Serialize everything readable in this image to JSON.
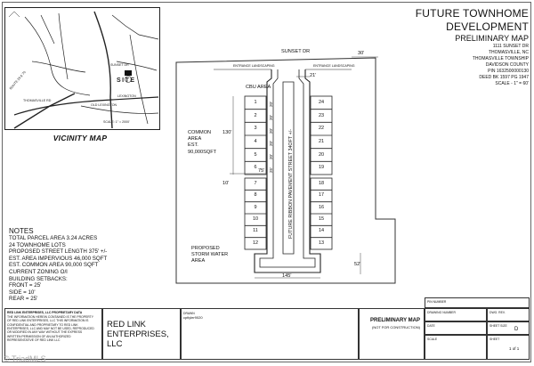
{
  "title": {
    "line1": "FUTURE TOWNHOME",
    "line2": "DEVELOPMENT",
    "line3": "PRELIMINARY MAP",
    "address1": "1111 SUNSET DR",
    "address2": "THOMASVILLE, NC",
    "township": "THOMASVILLE TOWNSHIP",
    "county": "DAVIDSON COUNTY",
    "pin": "PIN 1632500000130",
    "deed": "DEED BK 1597 PG 1947",
    "scale": "SCALE - 1\" = 60'"
  },
  "vicinity": {
    "title": "VICINITY MAP",
    "site": "SITE",
    "sunset_dr": "SUNSET DR",
    "thomasville_rd": "THOMASVILLE RD",
    "old_lexington": "OLD LEXINGTON",
    "lexington": "LEXINGTON",
    "route": "ROUTE 29 & 70",
    "scale": "SCALE: 1\" = 2000'"
  },
  "notes": {
    "heading": "NOTES",
    "lines": [
      "TOTAL PARCEL AREA 3.24 ACRES",
      "24 TOWNHOME LOTS",
      "PROPOSED STREET LENGTH 375' +/-",
      "EST. AREA IMPERVIOUS 46,000 SQFT",
      "EST. COMMON AREA 90,000 SQFT",
      "CURRENT ZONING O/I",
      "BUILDING SETBACKS:",
      "FRONT = 25'",
      "SIDE = 10'",
      "REAR = 25'"
    ]
  },
  "site": {
    "sunset_dr": "SUNSET DR",
    "entrance_left": "ENTRANCE LANDSCAPING",
    "entrance_right": "ENTRANCE LANDSCAPING",
    "dim_30": "30'",
    "dim_21": "21'",
    "cbu": "CBU AREA",
    "common_area": [
      "COMMON",
      "AREA",
      "EST.",
      "90,000SQFT"
    ],
    "dim_130": "130'",
    "dim_75": "75'",
    "dim_10": "10'",
    "storm": [
      "PROPOSED",
      "STORM WATER",
      "AREA"
    ],
    "street": "FUTURE RIBBON PAVEMENT STREET 34OFT +/-",
    "dim_145": "145'",
    "dim_52": "52'",
    "lot_widths": [
      "20'",
      "20'",
      "20'",
      "20'",
      "20'",
      "25'"
    ],
    "left_lots_top": [
      "1",
      "2",
      "3",
      "4",
      "5",
      "6"
    ],
    "left_lots_bottom": [
      "7",
      "8",
      "9",
      "10",
      "11",
      "12"
    ],
    "right_lots_top": [
      "24",
      "23",
      "22",
      "21",
      "20",
      "19"
    ],
    "right_lots_bottom": [
      "18",
      "17",
      "16",
      "15",
      "14",
      "13"
    ]
  },
  "footer": {
    "company_block_title": "RED LINK ENTERPRISES, LLC PROPRIETARY DATA",
    "company_block_text": [
      "THE INFORMATION HEREIN CONTAINED IS THE PROPERTY",
      "OF RED LINK ENTERPRISES, LLC THIS INFORMATION IS",
      "CONFIDENTIAL AND PROPRIETARY TO RED LINK",
      "ENTERPRISES, LLC AND MAY NOT BE USED, REPRODUCED",
      "OR MODIFIED IN ANY WAY WITHOUT THE EXPRESS",
      "WRITTEN PERMISSION OF AN AUTHORIZED",
      "REPRESENTATIVE OF RED LINK LLC"
    ],
    "company_name": [
      "RED LINK",
      "ENTERPRISES, LLC"
    ],
    "drawn_label": "DRAWN",
    "drawn_value": "cptlyler9020",
    "dwg_title": "PRELIMINARY MAP",
    "dwg_sub": "(NOT FOR CONSTRUCTION)",
    "pin_number_label": "PIN NUMBER",
    "drawing_number_label": "DRAWING NUMBER",
    "sheet_size_label": "SHEET SIZE",
    "sheet_size_value": "D",
    "dwg_rev_label": "DWG. REV.",
    "date_label": "DATE",
    "scale_label": "SCALE",
    "sheet_label": "SHEET",
    "sheet_value": "1 of 1"
  },
  "watermark": "© TriadMLS"
}
